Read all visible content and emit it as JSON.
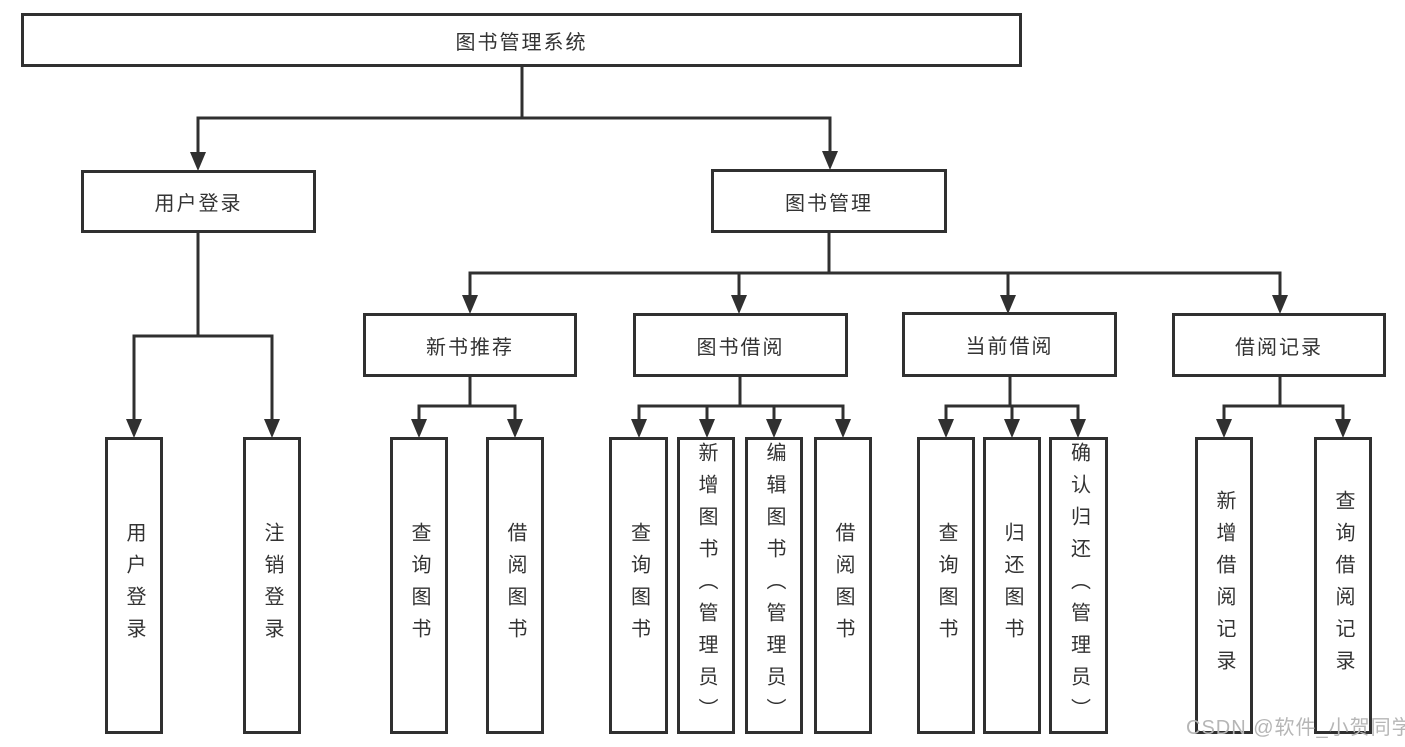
{
  "tree": {
    "root": "图书管理系统",
    "branches": [
      {
        "label": "用户登录",
        "leaves": [
          "用户登录",
          "注销登录"
        ]
      },
      {
        "label": "图书管理",
        "groups": [
          {
            "label": "新书推荐",
            "leaves": [
              "查询图书",
              "借阅图书"
            ]
          },
          {
            "label": "图书借阅",
            "leaves": [
              "查询图书",
              "新增图书（管理员）",
              "编辑图书（管理员）",
              "借阅图书"
            ]
          },
          {
            "label": "当前借阅",
            "leaves": [
              "查询图书",
              "归还图书",
              "确认归还（管理员）"
            ]
          },
          {
            "label": "借阅记录",
            "leaves": [
              "新增借阅记录",
              "查询借阅记录"
            ]
          }
        ]
      }
    ]
  },
  "watermark": "CSDN @软件_小贺同学",
  "colors": {
    "line": "#303030",
    "text": "#333333",
    "watermark": "#b6b6b6",
    "background": "#ffffff"
  }
}
